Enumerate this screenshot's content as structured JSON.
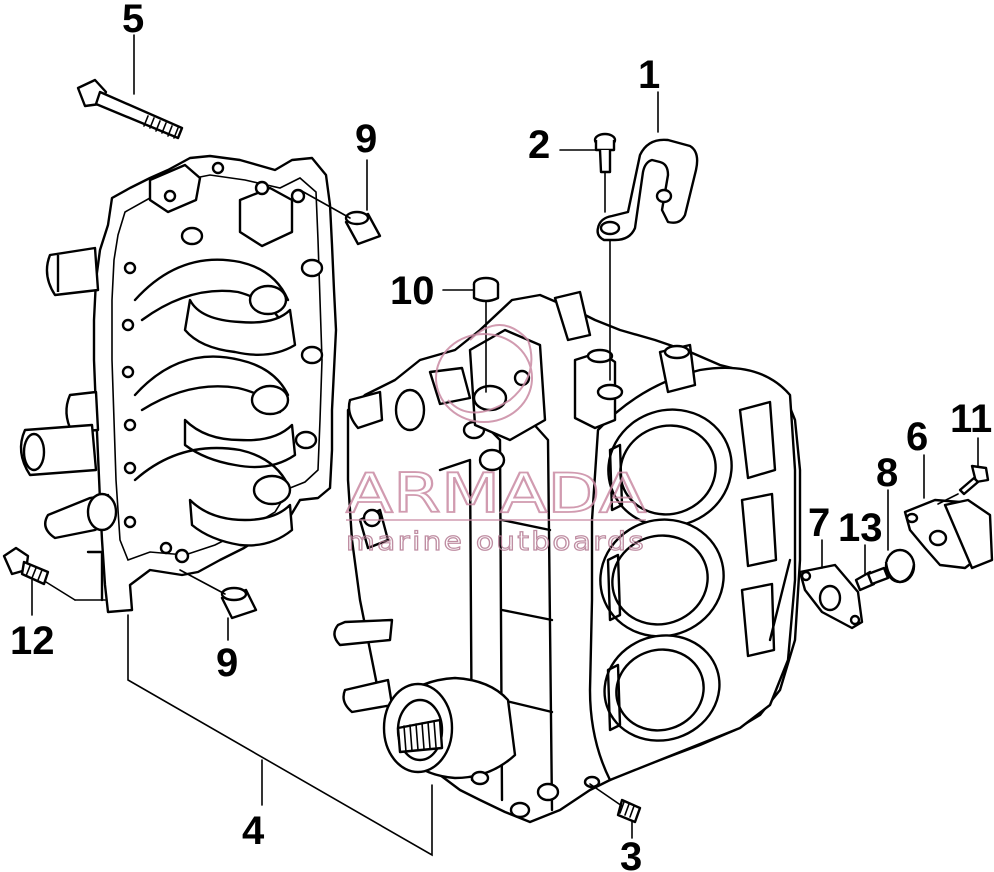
{
  "diagram": {
    "callouts": [
      {
        "id": "1",
        "label": "1"
      },
      {
        "id": "2",
        "label": "2"
      },
      {
        "id": "3",
        "label": "3"
      },
      {
        "id": "4",
        "label": "4"
      },
      {
        "id": "5",
        "label": "5"
      },
      {
        "id": "6",
        "label": "6"
      },
      {
        "id": "7",
        "label": "7"
      },
      {
        "id": "8",
        "label": "8"
      },
      {
        "id": "9a",
        "label": "9"
      },
      {
        "id": "9b",
        "label": "9"
      },
      {
        "id": "10",
        "label": "10"
      },
      {
        "id": "11",
        "label": "11"
      },
      {
        "id": "12",
        "label": "12"
      },
      {
        "id": "13",
        "label": "13"
      }
    ],
    "watermark": {
      "brand": "ARMADA",
      "tagline": "marine outboards"
    }
  }
}
